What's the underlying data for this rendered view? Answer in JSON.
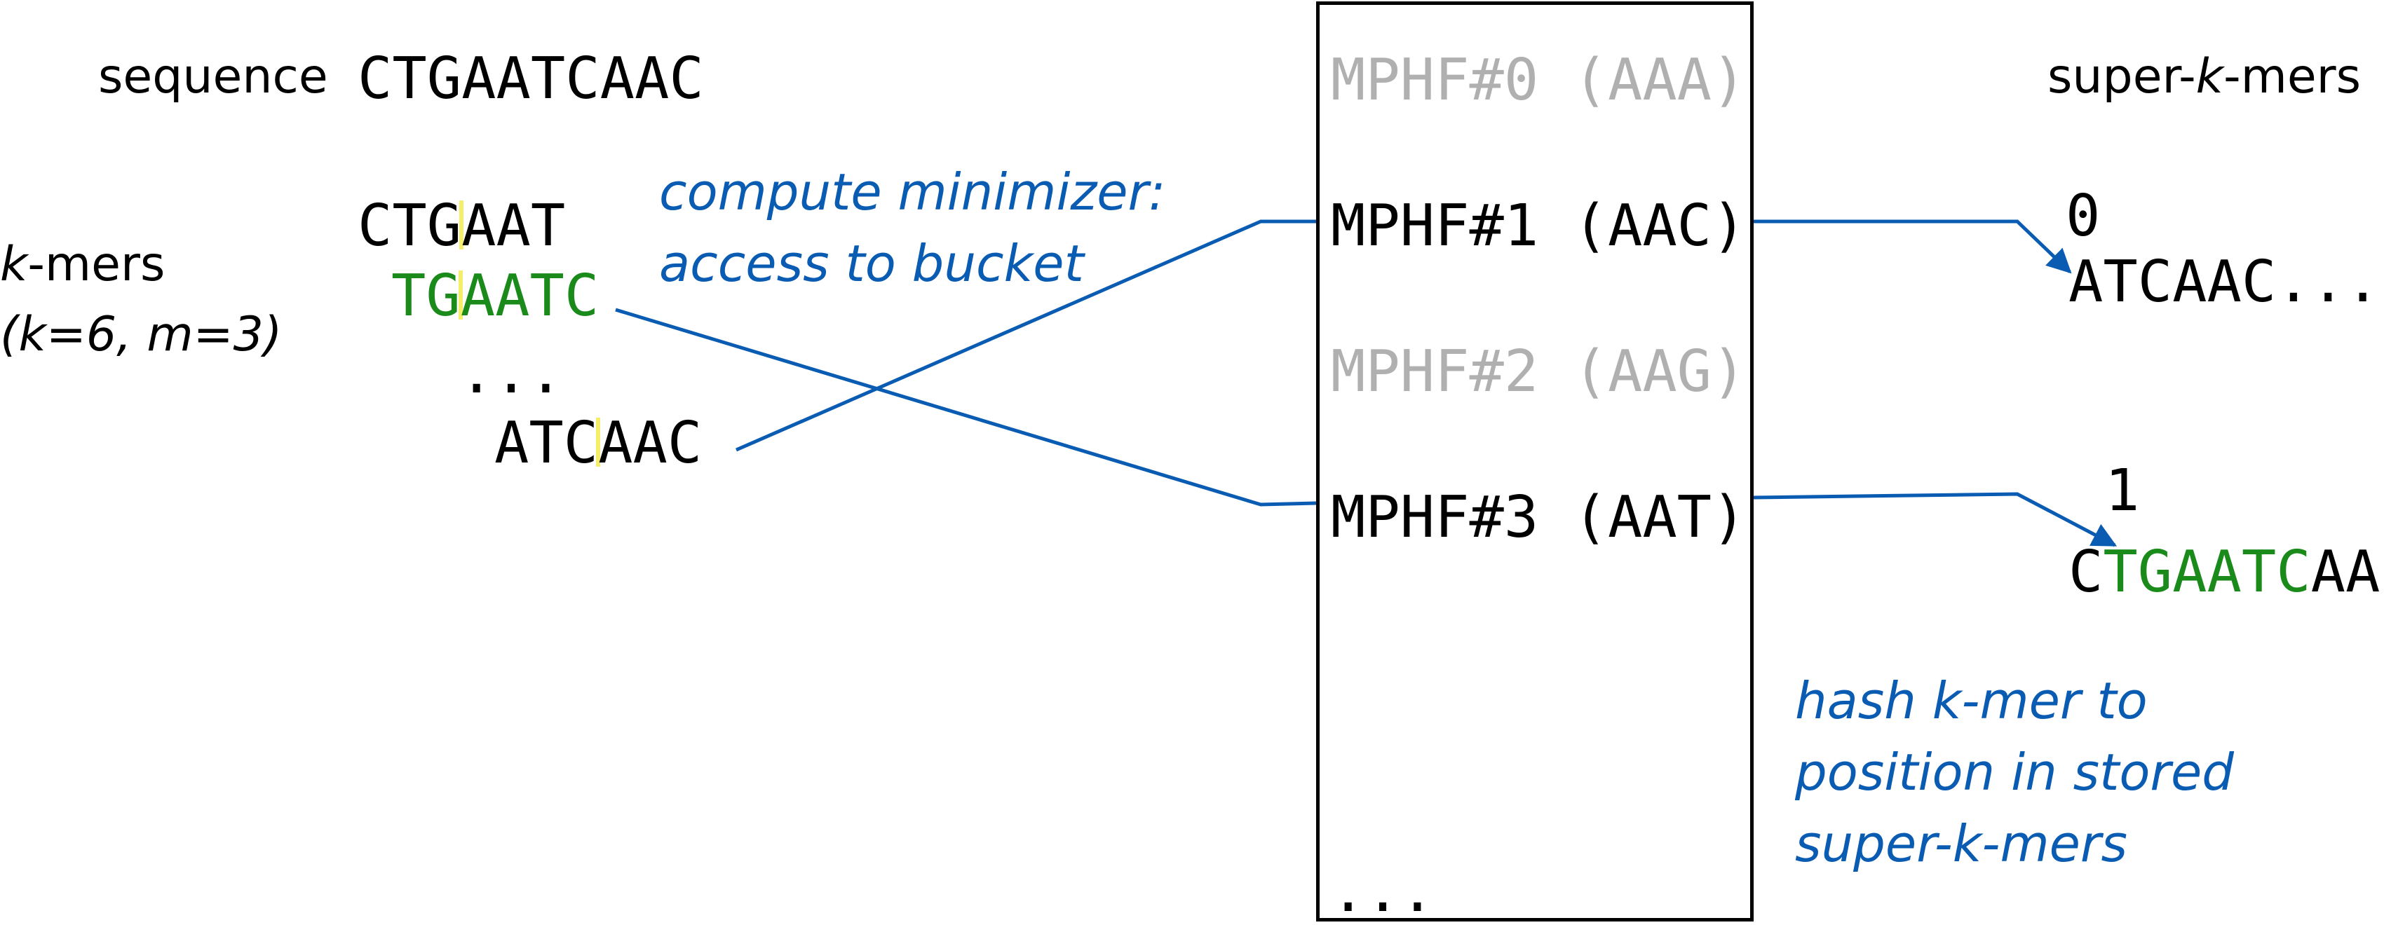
{
  "labels": {
    "sequence": "sequence",
    "kmers_k": "k",
    "kmers_rest": "-mers",
    "params": "(k=6, m=3)",
    "superkmers_pre": "super-",
    "superkmers_k": "k",
    "superkmers_post": "-mers"
  },
  "sequence": "CTGAATCAAC",
  "kmers": {
    "k1_pre": "CTG",
    "k1_post": "AAT",
    "k2_pre": "TG",
    "k2_post": "AATC",
    "ellipsis": "...",
    "k3_pre": "ATC",
    "k3_post": "AAC"
  },
  "annotations": {
    "minimizer_line1": "compute minimizer:",
    "minimizer_line2": "access to bucket",
    "hash_line1": "hash k-mer to",
    "hash_line2": "position in stored",
    "hash_line3": "super-k-mers"
  },
  "mphf": [
    {
      "label": "MPHF#0 (AAA)",
      "state": "inactive"
    },
    {
      "label": "MPHF#1 (AAC)",
      "state": "active"
    },
    {
      "label": "MPHF#2 (AAG)",
      "state": "inactive"
    },
    {
      "label": "MPHF#3 (AAT)",
      "state": "active"
    }
  ],
  "mphf_ellipsis": "...",
  "superkmers": {
    "idx0": "0",
    "sk0": "ATCAAC...",
    "idx1": "1",
    "sk1_a": "C",
    "sk1_b": "TGAATC",
    "sk1_c": "AA"
  },
  "colors": {
    "arrow": "#0a5cb3",
    "highlight": "#1a8a1a",
    "inactive": "#b0b0b0",
    "minimizer_mark": "#f5ee6a"
  }
}
